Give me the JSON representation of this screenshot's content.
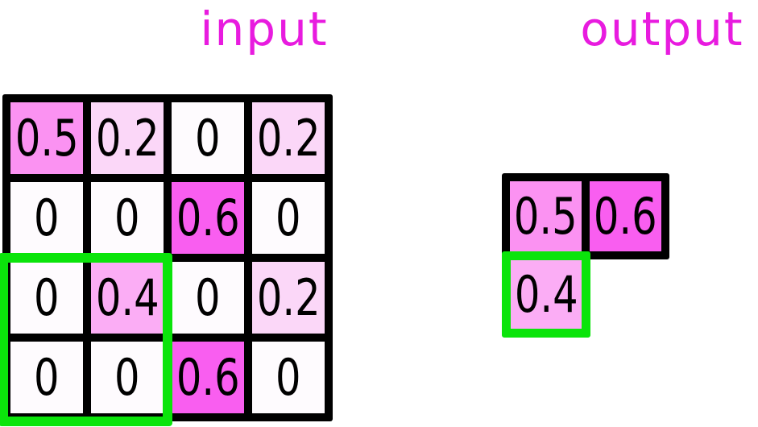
{
  "titles": {
    "input": "input",
    "output": "output"
  },
  "input_grid": {
    "rows": [
      [
        "0.5",
        "0.2",
        "0",
        "0.2"
      ],
      [
        "0",
        "0",
        "0.6",
        "0"
      ],
      [
        "0",
        "0.4",
        "0",
        "0.2"
      ],
      [
        "0",
        "0",
        "0.6",
        "0"
      ]
    ],
    "highlight_window": "bottom-left 2x2 cells outlined in green"
  },
  "output_grid": {
    "top_row_cells": [
      {
        "value": "0.5"
      },
      {
        "value": "0.6"
      }
    ],
    "highlighted_cell": {
      "value": "0.4"
    },
    "empty_position": "bottom-right"
  },
  "colors": {
    "background": "#ffffff",
    "title": "#e81bdf",
    "grid_line": "#000000",
    "text": "#000000",
    "highlight_green": "#0be40b",
    "value_fill": {
      "0": "#fefbfe",
      "0.2": "#fbd7f8",
      "0.4": "#fbadf5",
      "0.5": "#fb92f2",
      "0.6": "#f95ef0"
    }
  }
}
